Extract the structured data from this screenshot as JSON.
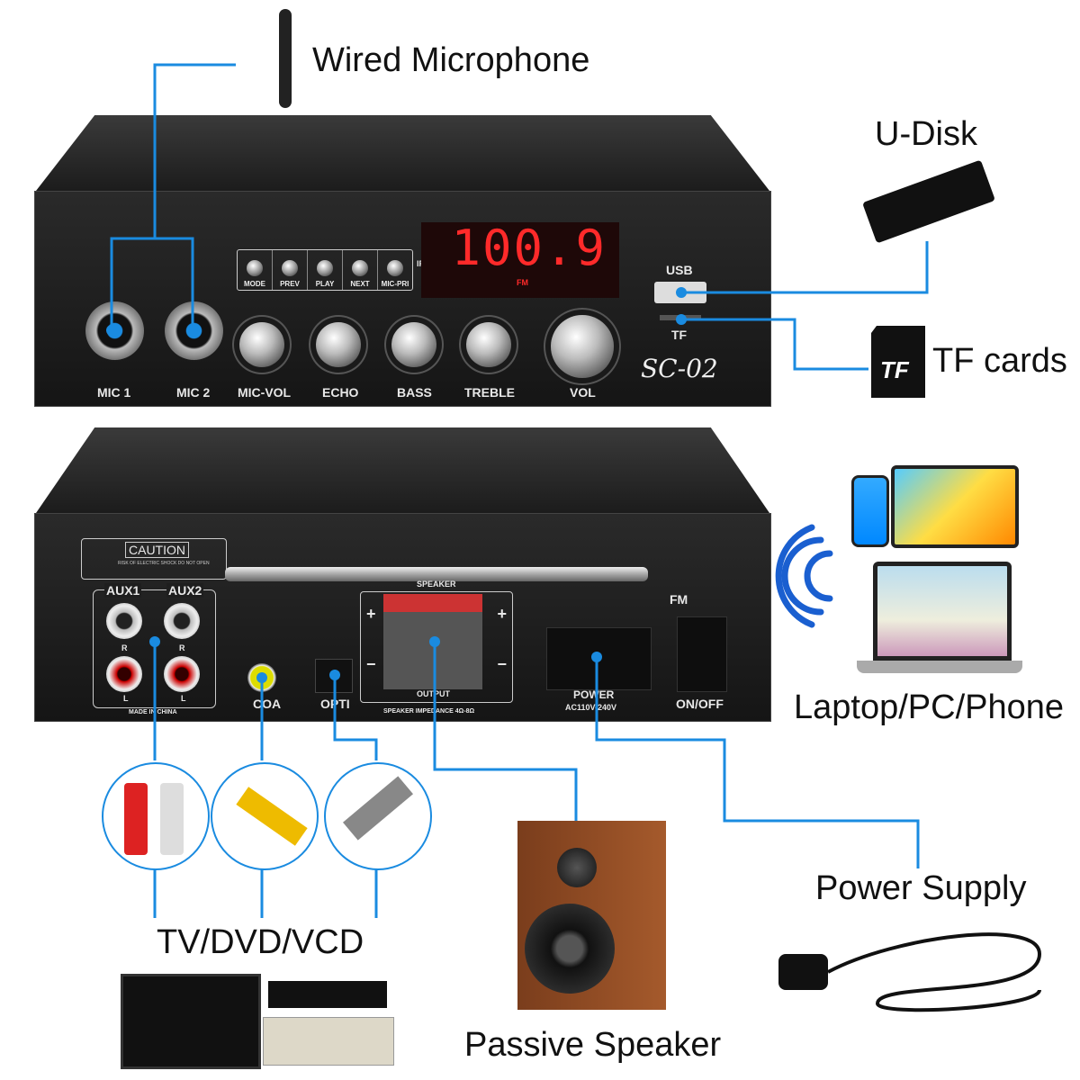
{
  "labels": {
    "wired_microphone": "Wired Microphone",
    "u_disk": "U-Disk",
    "tf_cards": "TF cards",
    "tf_card_logo": "TF",
    "laptop_pc_phone": "Laptop/PC/Phone",
    "power_supply": "Power Supply",
    "tv_dvd_vcd": "TV/DVD/VCD",
    "passive_speaker": "Passive Speaker"
  },
  "front_panel": {
    "display_value": "100.9",
    "display_mode": "FM",
    "buttons": [
      "MODE",
      "PREV",
      "PLAY",
      "NEXT",
      "MIC-PRI"
    ],
    "ir_label": "IR",
    "usb_label": "USB",
    "tf_label": "TF",
    "mic1": "MIC 1",
    "mic2": "MIC 2",
    "knobs": [
      "MIC-VOL",
      "ECHO",
      "BASS",
      "TREBLE"
    ],
    "vol": "VOL",
    "model": "SC-02"
  },
  "rear_panel": {
    "caution": "CAUTION",
    "caution_sub": "RISK OF ELECTRIC SHOCK DO NOT OPEN",
    "aux1": "AUX1",
    "aux2": "AUX2",
    "r": "R",
    "l": "L",
    "made_in": "MADE IN CHINA",
    "coa": "COA",
    "opti": "OPTI",
    "speaker": "SPEAKER",
    "output": "OUTPUT",
    "impedance": "SPEAKER IMPEDANCE 4Ω-8Ω",
    "fm": "FM",
    "power": "POWER",
    "power_spec": "AC110V-240V",
    "onoff": "ON/OFF",
    "plus": "+",
    "minus": "−"
  },
  "colors": {
    "wire": "#1a8be0",
    "display": "#ff2a2a",
    "chassis": "#1c1c1c"
  }
}
